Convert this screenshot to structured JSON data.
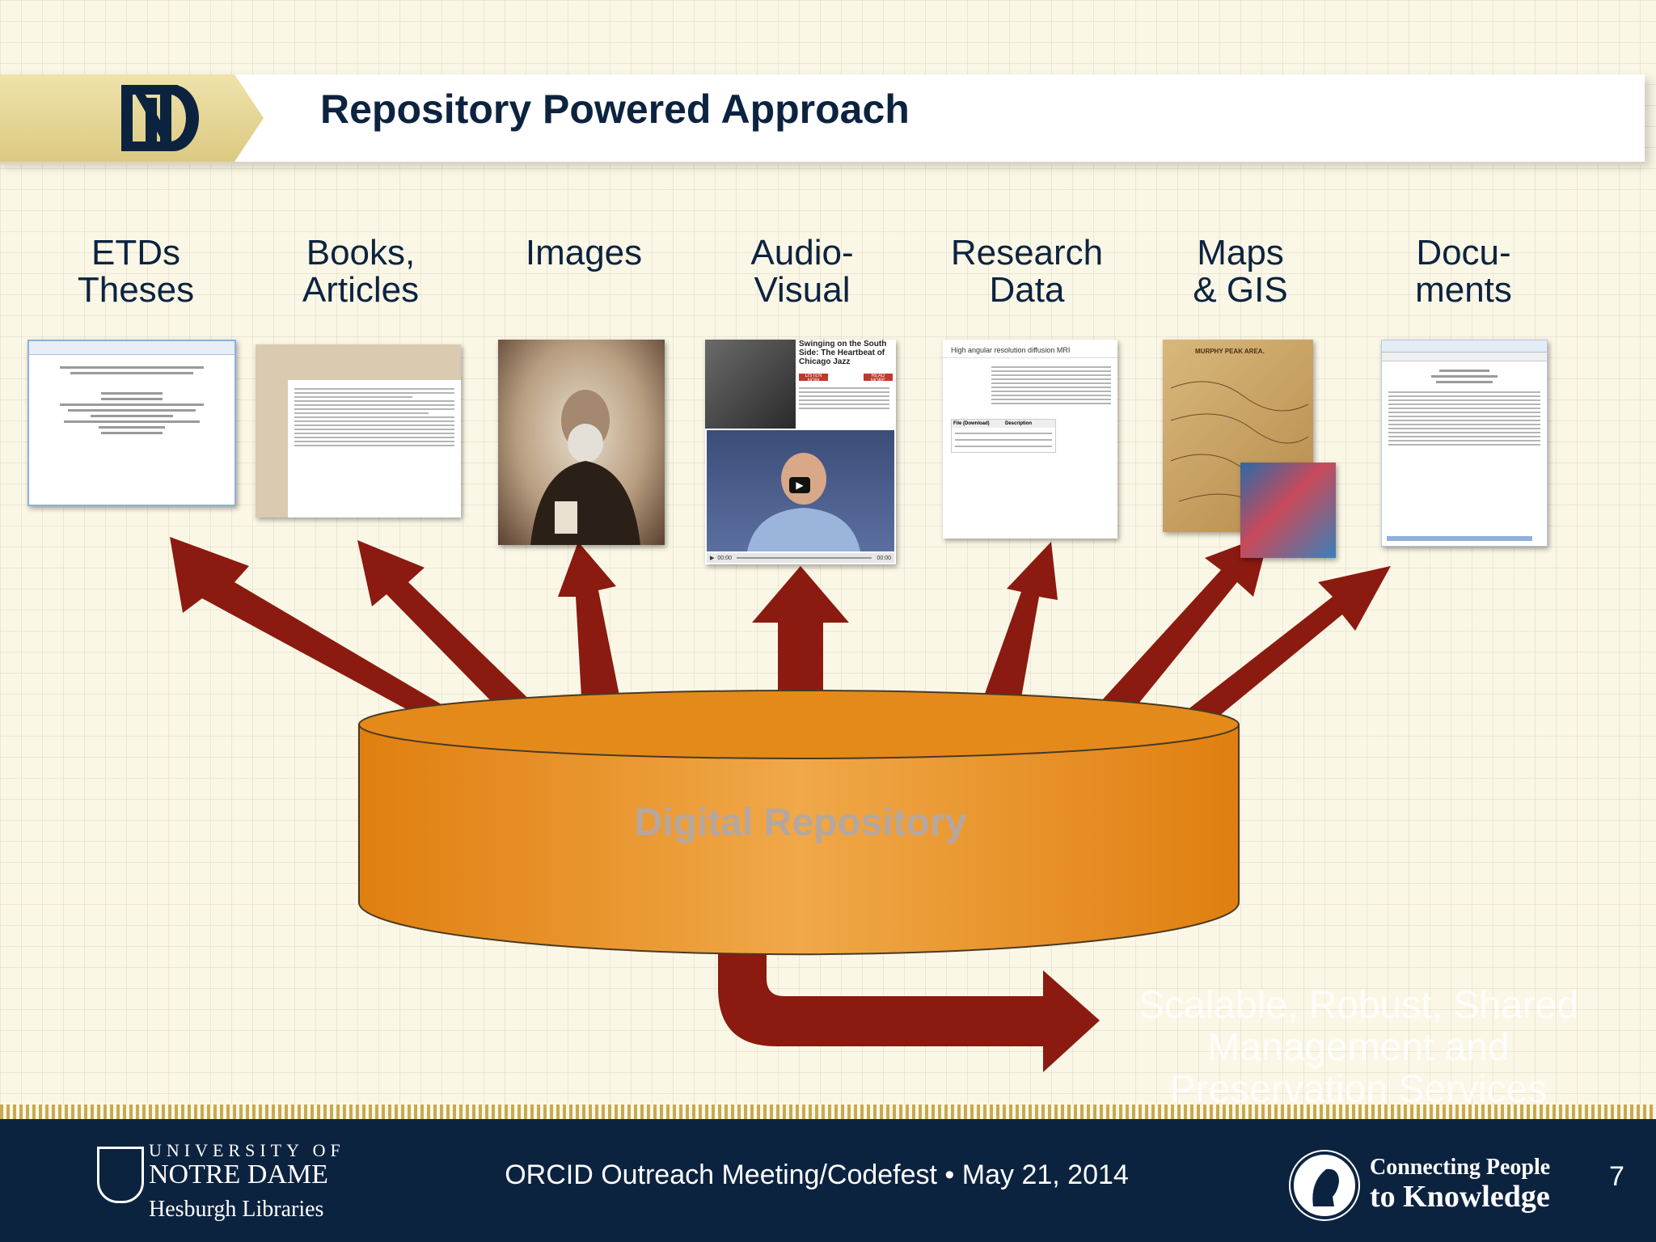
{
  "slide": {
    "title": "Repository Powered Approach",
    "number": "7"
  },
  "categories": [
    {
      "label": "ETDs\nTheses"
    },
    {
      "label": "Books,\nArticles"
    },
    {
      "label": "Images"
    },
    {
      "label": "Audio-\nVisual"
    },
    {
      "label": "Research\nData"
    },
    {
      "label": "Maps\n& GIS"
    },
    {
      "label": "Docu-\nments"
    }
  ],
  "repository": {
    "label": "Digital Repository",
    "body_color": "#d97f17",
    "arrow_color": "#8b1a10"
  },
  "faded_caption": "Scalable, Robust, Shared Management and Preservation Services",
  "footer": {
    "university_top": "UNIVERSITY OF",
    "university_name": "NOTRE DAME",
    "libraries": "Hesburgh Libraries",
    "event": "ORCID Outreach Meeting/Codefest  •  May 21, 2014",
    "tagline_1": "Connecting People",
    "tagline_2": "to Knowledge"
  },
  "thumbnails": {
    "audio_visual": {
      "headline": "Swinging on the South Side: The Heartbeat of Chicago Jazz",
      "listen": "LISTEN NOW",
      "read": "READ MORE",
      "time_start": "00:00",
      "time_end": "00:00"
    },
    "research_data": {
      "heading": "High angular resolution diffusion MRI",
      "col_file": "File (Download)",
      "col_desc": "Description"
    },
    "maps": {
      "title": "MURPHY PEAK AREA."
    }
  },
  "colors": {
    "navy": "#0c2340",
    "gold": "#c9a94b",
    "repo_orange": "#d97f17",
    "arrow_red": "#8b1a10"
  }
}
